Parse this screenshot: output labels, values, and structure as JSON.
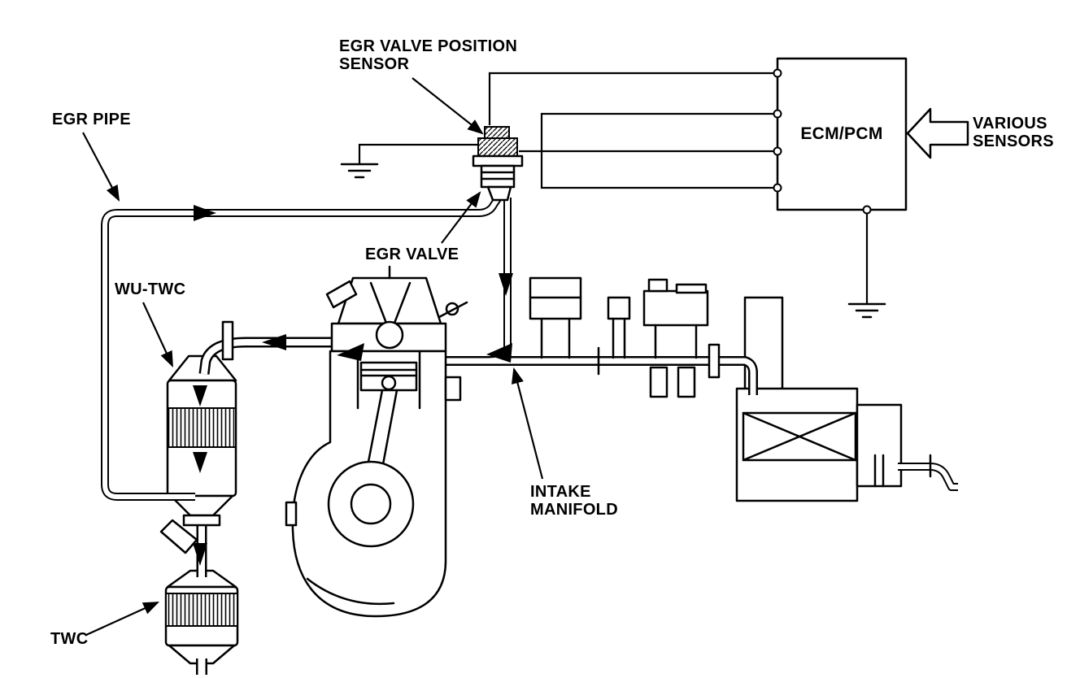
{
  "colors": {
    "ink": "#000000",
    "background": "#ffffff"
  },
  "labels": {
    "egr_valve_position_sensor_line1": "EGR VALVE POSITION",
    "egr_valve_position_sensor_line2": "SENSOR",
    "ecm_pcm": "ECM/PCM",
    "various_sensors_line1": "VARIOUS",
    "various_sensors_line2": "SENSORS",
    "egr_pipe": "EGR PIPE",
    "egr_valve": "EGR VALVE",
    "wu_twc": "WU-TWC",
    "twc": "TWC",
    "intake_manifold_line1": "INTAKE",
    "intake_manifold_line2": "MANIFOLD"
  }
}
